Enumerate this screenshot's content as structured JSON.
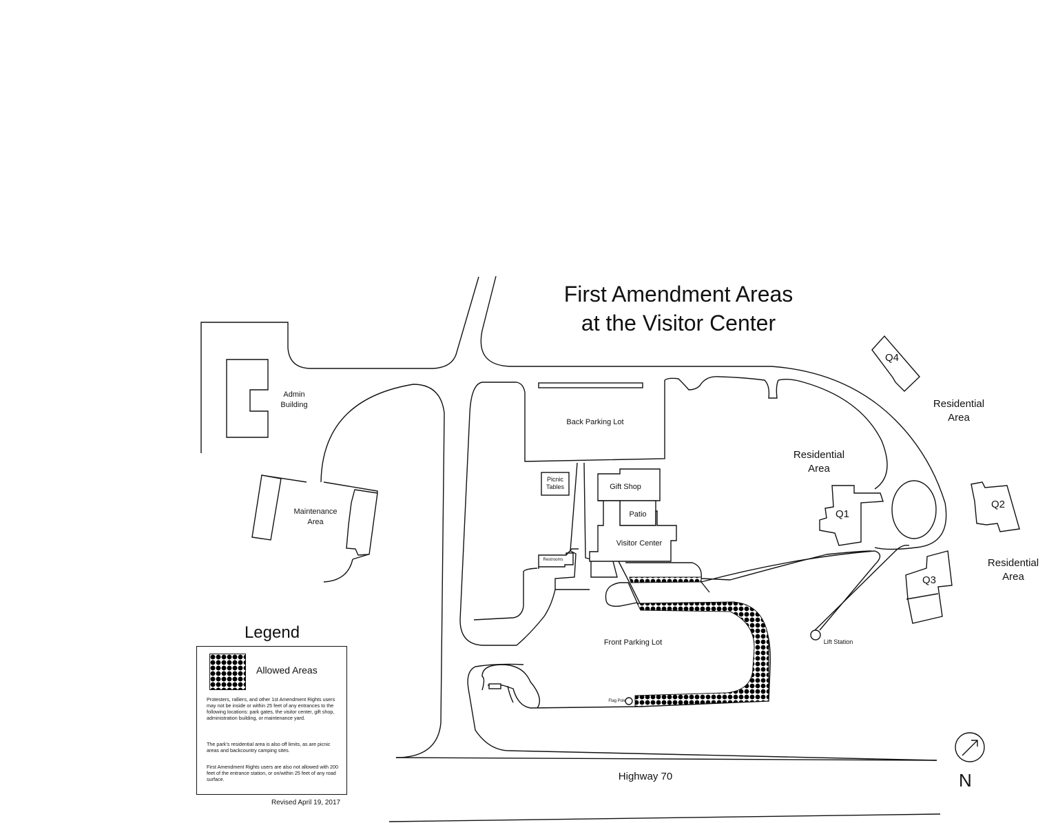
{
  "title": {
    "line1": "First Amendment Areas",
    "line2": "at the Visitor Center"
  },
  "labels": {
    "admin_line1": "Admin",
    "admin_line2": "Building",
    "back_parking": "Back Parking Lot",
    "maintenance_line1": "Maintenance",
    "maintenance_line2": "Area",
    "picnic_line1": "Picnic",
    "picnic_line2": "Tables",
    "gift_shop": "Gift Shop",
    "patio": "Patio",
    "visitor_center": "Visitor Center",
    "restrooms": "Restrooms",
    "front_parking": "Front Parking Lot",
    "flag_pole": "Flag Pole",
    "highway": "Highway 70",
    "lift_station": "Lift Station",
    "residential_line1": "Residential",
    "residential_line2": "Area",
    "q1": "Q1",
    "q2": "Q2",
    "q3": "Q3",
    "q4": "Q4",
    "north": "N"
  },
  "legend": {
    "title": "Legend",
    "allowed_label": "Allowed Areas",
    "note1": "Protesters, ralliers, and other 1st Amendment Rights users may not be inside or within 25 feet of any entrances to the following locations: park gates, the visitor center, gift shop, administration building, or maintenance yard.",
    "note2": "The park's residential area is also off limits, as are picnic areas and backcountry camping sites.",
    "note3": "First Amendment Rights users are also not allowed with 200 feet of the entrance station, or on/within 25 feet of any road surface."
  },
  "revised": "Revised April 19, 2017",
  "colors": {
    "line": "#111111",
    "background": "#ffffff",
    "allowed_pattern": "#000000"
  }
}
